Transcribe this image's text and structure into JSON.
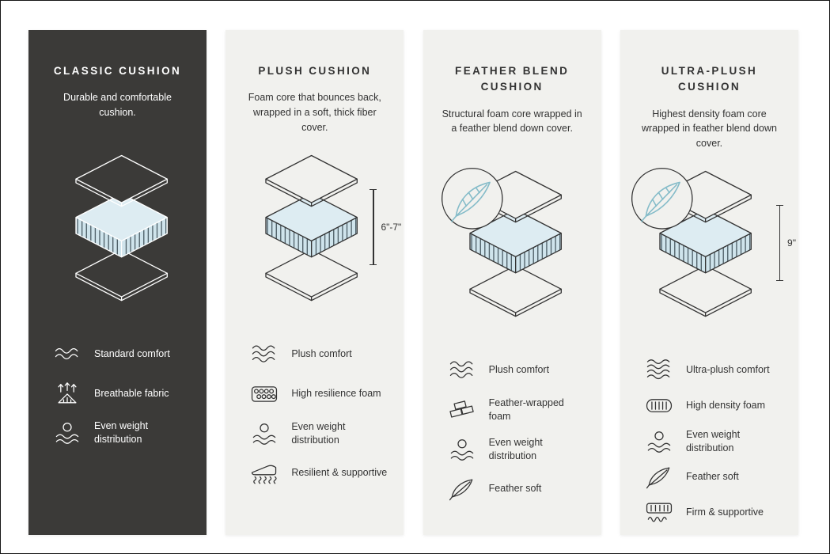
{
  "colors": {
    "dark_panel": "#3b3a38",
    "light_panel": "#f1f1ee",
    "foam_blue": "#cfe4ec",
    "feather_teal": "#85bcc9"
  },
  "cards": [
    {
      "title": "CLASSIC CUSHION",
      "description": "Durable and comfortable cushion.",
      "measurement": "",
      "features": [
        {
          "icon": "waves-2",
          "label": "Standard comfort"
        },
        {
          "icon": "breathable-arrows",
          "label": "Breathable fabric"
        },
        {
          "icon": "ball-on-waves",
          "label": "Even weight distribution"
        }
      ]
    },
    {
      "title": "PLUSH CUSHION",
      "description": "Foam core that bounces back, wrapped in a soft, thick fiber cover.",
      "measurement": "6\"-7\"",
      "features": [
        {
          "icon": "waves-3",
          "label": "Plush comfort"
        },
        {
          "icon": "foam-cells",
          "label": "High resilience foam"
        },
        {
          "icon": "ball-on-waves",
          "label": "Even weight distribution"
        },
        {
          "icon": "springs",
          "label": "Resilient & supportive"
        }
      ]
    },
    {
      "title": "FEATHER BLEND CUSHION",
      "description": "Structural foam core wrapped in a feather blend down cover.",
      "measurement": "",
      "features": [
        {
          "icon": "waves-3",
          "label": "Plush comfort"
        },
        {
          "icon": "bricks",
          "label": "Feather-wrapped foam"
        },
        {
          "icon": "ball-on-waves",
          "label": "Even weight distribution"
        },
        {
          "icon": "feather",
          "label": "Feather soft"
        }
      ]
    },
    {
      "title": "ULTRA-PLUSH CUSHION",
      "description": "Highest density foam core wrapped in feather blend down cover.",
      "measurement": "9\"",
      "features": [
        {
          "icon": "waves-4",
          "label": "Ultra-plush comfort"
        },
        {
          "icon": "density-lines",
          "label": "High density foam"
        },
        {
          "icon": "ball-on-waves",
          "label": "Even weight distribution"
        },
        {
          "icon": "feather",
          "label": "Feather soft"
        },
        {
          "icon": "mattress-springs",
          "label": "Firm & supportive"
        }
      ]
    }
  ]
}
